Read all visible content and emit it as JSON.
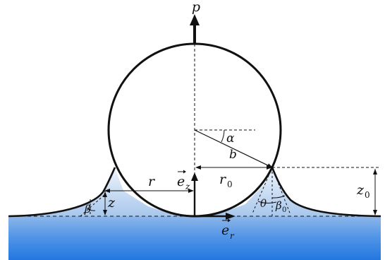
{
  "labels": {
    "p": "p",
    "alpha": "α",
    "b": "b",
    "r": "r",
    "r0_main": "r",
    "r0_sub": "0",
    "ez_main": "e",
    "ez_sub": "z",
    "er_main": "e",
    "er_sub": "r",
    "z": "z",
    "z0_main": "z",
    "z0_sub": "0",
    "beta": "β",
    "theta": "θ",
    "beta0_main": "β",
    "beta0_sub": "0"
  },
  "colors": {
    "line": "#111111",
    "water_light": "#cfe0f3",
    "water_mid": "#8fb6e6",
    "water_deep": "#2a7be0"
  }
}
